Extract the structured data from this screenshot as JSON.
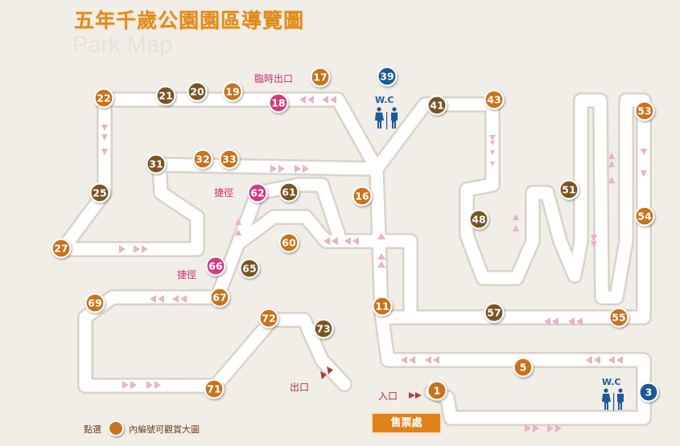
{
  "header": {
    "title": "五年千歲公園園區導覽圖",
    "subtitle": "Park Map"
  },
  "colors": {
    "orange": "#c8731a",
    "brown": "#7a5424",
    "pink": "#d23a82",
    "blue": "#1f5a96",
    "pinkText": "#c8306e",
    "path": "#ffffff",
    "pathEdge": "#d9d0c6",
    "arrow": "#e7b3c2"
  },
  "markers": [
    {
      "n": "1",
      "c": "orange"
    },
    {
      "n": "3",
      "c": "blue"
    },
    {
      "n": "5",
      "c": "orange"
    },
    {
      "n": "11",
      "c": "orange"
    },
    {
      "n": "16",
      "c": "orange"
    },
    {
      "n": "17",
      "c": "orange"
    },
    {
      "n": "18",
      "c": "pink"
    },
    {
      "n": "19",
      "c": "orange"
    },
    {
      "n": "20",
      "c": "brown"
    },
    {
      "n": "21",
      "c": "brown"
    },
    {
      "n": "22",
      "c": "orange"
    },
    {
      "n": "25",
      "c": "brown"
    },
    {
      "n": "27",
      "c": "orange"
    },
    {
      "n": "31",
      "c": "brown"
    },
    {
      "n": "32",
      "c": "orange"
    },
    {
      "n": "33",
      "c": "orange"
    },
    {
      "n": "39",
      "c": "blue"
    },
    {
      "n": "41",
      "c": "brown"
    },
    {
      "n": "43",
      "c": "orange"
    },
    {
      "n": "48",
      "c": "brown"
    },
    {
      "n": "51",
      "c": "brown"
    },
    {
      "n": "53",
      "c": "orange"
    },
    {
      "n": "54",
      "c": "orange"
    },
    {
      "n": "55",
      "c": "orange"
    },
    {
      "n": "57",
      "c": "brown"
    },
    {
      "n": "60",
      "c": "orange"
    },
    {
      "n": "61",
      "c": "brown"
    },
    {
      "n": "62",
      "c": "pink"
    },
    {
      "n": "65",
      "c": "brown"
    },
    {
      "n": "66",
      "c": "pink"
    },
    {
      "n": "67",
      "c": "orange"
    },
    {
      "n": "69",
      "c": "orange"
    },
    {
      "n": "71",
      "c": "orange"
    },
    {
      "n": "72",
      "c": "orange"
    },
    {
      "n": "73",
      "c": "brown"
    }
  ],
  "labels": {
    "temp_exit": "臨時出口",
    "shortcut1": "捷徑",
    "shortcut2": "捷徑",
    "exit": "出口",
    "entrance": "入口",
    "wc1": "W.C",
    "wc2": "W.C",
    "ticket": "售票處",
    "legend_prefix": "點選",
    "legend_suffix": "內編號可觀賞大圖"
  }
}
